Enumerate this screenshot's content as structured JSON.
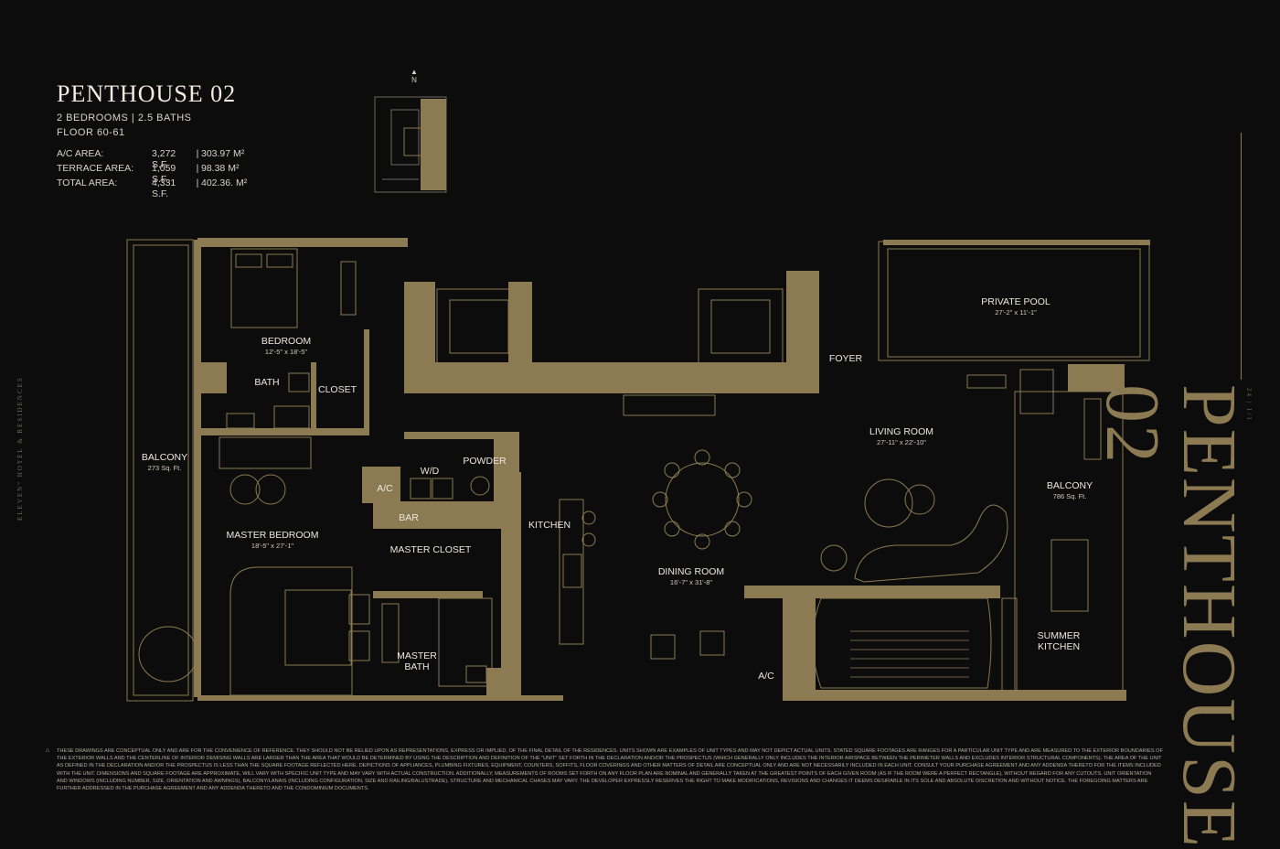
{
  "header": {
    "title": "PENTHOUSE 02",
    "bedrooms_baths": "2 BEDROOMS  |  2.5 BATHS",
    "floor": "FLOOR 60-61",
    "areas": [
      {
        "label": "A/C AREA:",
        "sf": "3,272 S.F.",
        "m2": "303.97 M²"
      },
      {
        "label": "TERRACE AREA:",
        "sf": "1,059 S.F.",
        "m2": "98.38 M²"
      },
      {
        "label": "TOTAL AREA:",
        "sf": "4,331 S.F.",
        "m2": "402.36. M²"
      }
    ]
  },
  "compass": "N",
  "brand_side": "ELEVEN° HOTEL & RESIDENCES",
  "big_title": "PENTHOUSE 02",
  "unit_code": "24 | 1/1",
  "rooms": {
    "bedroom": {
      "name": "BEDROOM",
      "dim": "12'-5\" x 18'-5\""
    },
    "bath": {
      "name": "BATH"
    },
    "closet": {
      "name": "CLOSET"
    },
    "balcony_left": {
      "name": "BALCONY",
      "dim": "273 Sq. Ft."
    },
    "ac1": {
      "name": "A/C"
    },
    "wd": {
      "name": "W/D"
    },
    "powder": {
      "name": "POWDER"
    },
    "bar": {
      "name": "BAR"
    },
    "master_bedroom": {
      "name": "MASTER BEDROOM",
      "dim": "18'-5\" x 27'-1\""
    },
    "master_closet": {
      "name": "MASTER CLOSET"
    },
    "master_bath": {
      "name": "MASTER BATH"
    },
    "kitchen": {
      "name": "KITCHEN"
    },
    "dining_room": {
      "name": "DINING ROOM",
      "dim": "16'-7\" x 31'-8\""
    },
    "foyer": {
      "name": "FOYER"
    },
    "private_pool": {
      "name": "PRIVATE POOL",
      "dim": "27'-2\" x 11'-1\""
    },
    "living_room": {
      "name": "LIVING ROOM",
      "dim": "27'-11\" x 22'-10\""
    },
    "balcony_right": {
      "name": "BALCONY",
      "dim": "786 Sq. Ft."
    },
    "summer_kitchen": {
      "name": "SUMMER KITCHEN"
    },
    "ac2": {
      "name": "A/C"
    }
  },
  "disclaimer": "THESE DRAWINGS ARE CONCEPTUAL ONLY AND ARE FOR THE CONVENIENCE OF REFERENCE. THEY SHOULD NOT BE RELIED UPON AS REPRESENTATIONS, EXPRESS OR IMPLIED, OF THE FINAL DETAIL OF THE RESIDENCES. UNITS SHOWN ARE EXAMPLES OF UNIT TYPES AND MAY NOT DEPICT ACTUAL UNITS. STATED SQUARE FOOTAGES ARE RANGES FOR A PARTICULAR UNIT TYPE AND ARE MEASURED TO THE EXTERIOR BOUNDARIES OF THE EXTERIOR WALLS AND THE CENTERLINE OF INTERIOR DEMISING WALLS ARE LARGER THAN THE AREA THAT WOULD BE DETERMINED BY USING THE DESCRIPTION AND DEFINITION OF THE \"UNIT\" SET FORTH IN THE DECLARATION AND/OR THE PROSPECTUS (WHICH GENERALLY ONLY INCLUDES THE INTERIOR AIRSPACE BETWEEN THE PERIMETER WALLS AND EXCLUDES INTERIOR STRUCTURAL COMPONENTS). THE AREA OF THE UNIT AS DEFINED IN THE DECLARATION AND/OR THE PROSPECTUS IS LESS THAN THE SQUARE FOOTAGE REFLECTED HERE. DEPICTIONS OF APPLIANCES, PLUMBING FIXTURES, EQUIPMENT, COUNTERS, SOFFITS, FLOOR COVERINGS AND OTHER MATTERS OF DETAIL ARE CONCEPTUAL ONLY AND ARE NOT NECESSARILY INCLUDED IN EACH UNIT. CONSULT YOUR PURCHASE AGREEMENT AND ANY ADDENDA THERETO FOR THE ITEMS INCLUDED WITH THE UNIT. DIMENSIONS AND SQUARE FOOTAGE ARE APPROXIMATE, WILL VARY WITH SPECIFIC UNIT TYPE AND MAY VARY WITH ACTUAL CONSTRUCTION. ADDITIONALLY, MEASUREMENTS OF ROOMS SET FORTH ON ANY FLOOR PLAN ARE NOMINAL AND GENERALLY TAKEN AT THE GREATEST POINTS OF EACH GIVEN ROOM (AS IF THE ROOM WERE A PERFECT RECTANGLE), WITHOUT REGARD FOR ANY CUTOUTS. UNIT ORIENTATION AND WINDOWS (INCLUDING NUMBER, SIZE, ORIENTATION AND AWNINGS), BALCONY/LANAIS (INCLUDING CONFIGURATION, SIZE AND RAILING/BALUSTRADE), STRUCTURE AND MECHANICAL CHASES MAY VARY. THE DEVELOPER EXPRESSLY RESERVES THE RIGHT TO MAKE MODIFICATIONS, REVISIONS AND CHANGES IT DEEMS DESIRABLE IN ITS SOLE AND ABSOLUTE DISCRETION AND WITHOUT NOTICE. THE FOREGOING MATTERS ARE FURTHER ADDRESSED IN THE PURCHASE AGREEMENT AND ANY ADDENDA THERETO AND THE CONDOMINIUM DOCUMENTS.",
  "colors": {
    "background": "#0c0c0c",
    "wall": "#8c7a52",
    "line": "#8c7a52",
    "text": "#e8e4dc"
  }
}
